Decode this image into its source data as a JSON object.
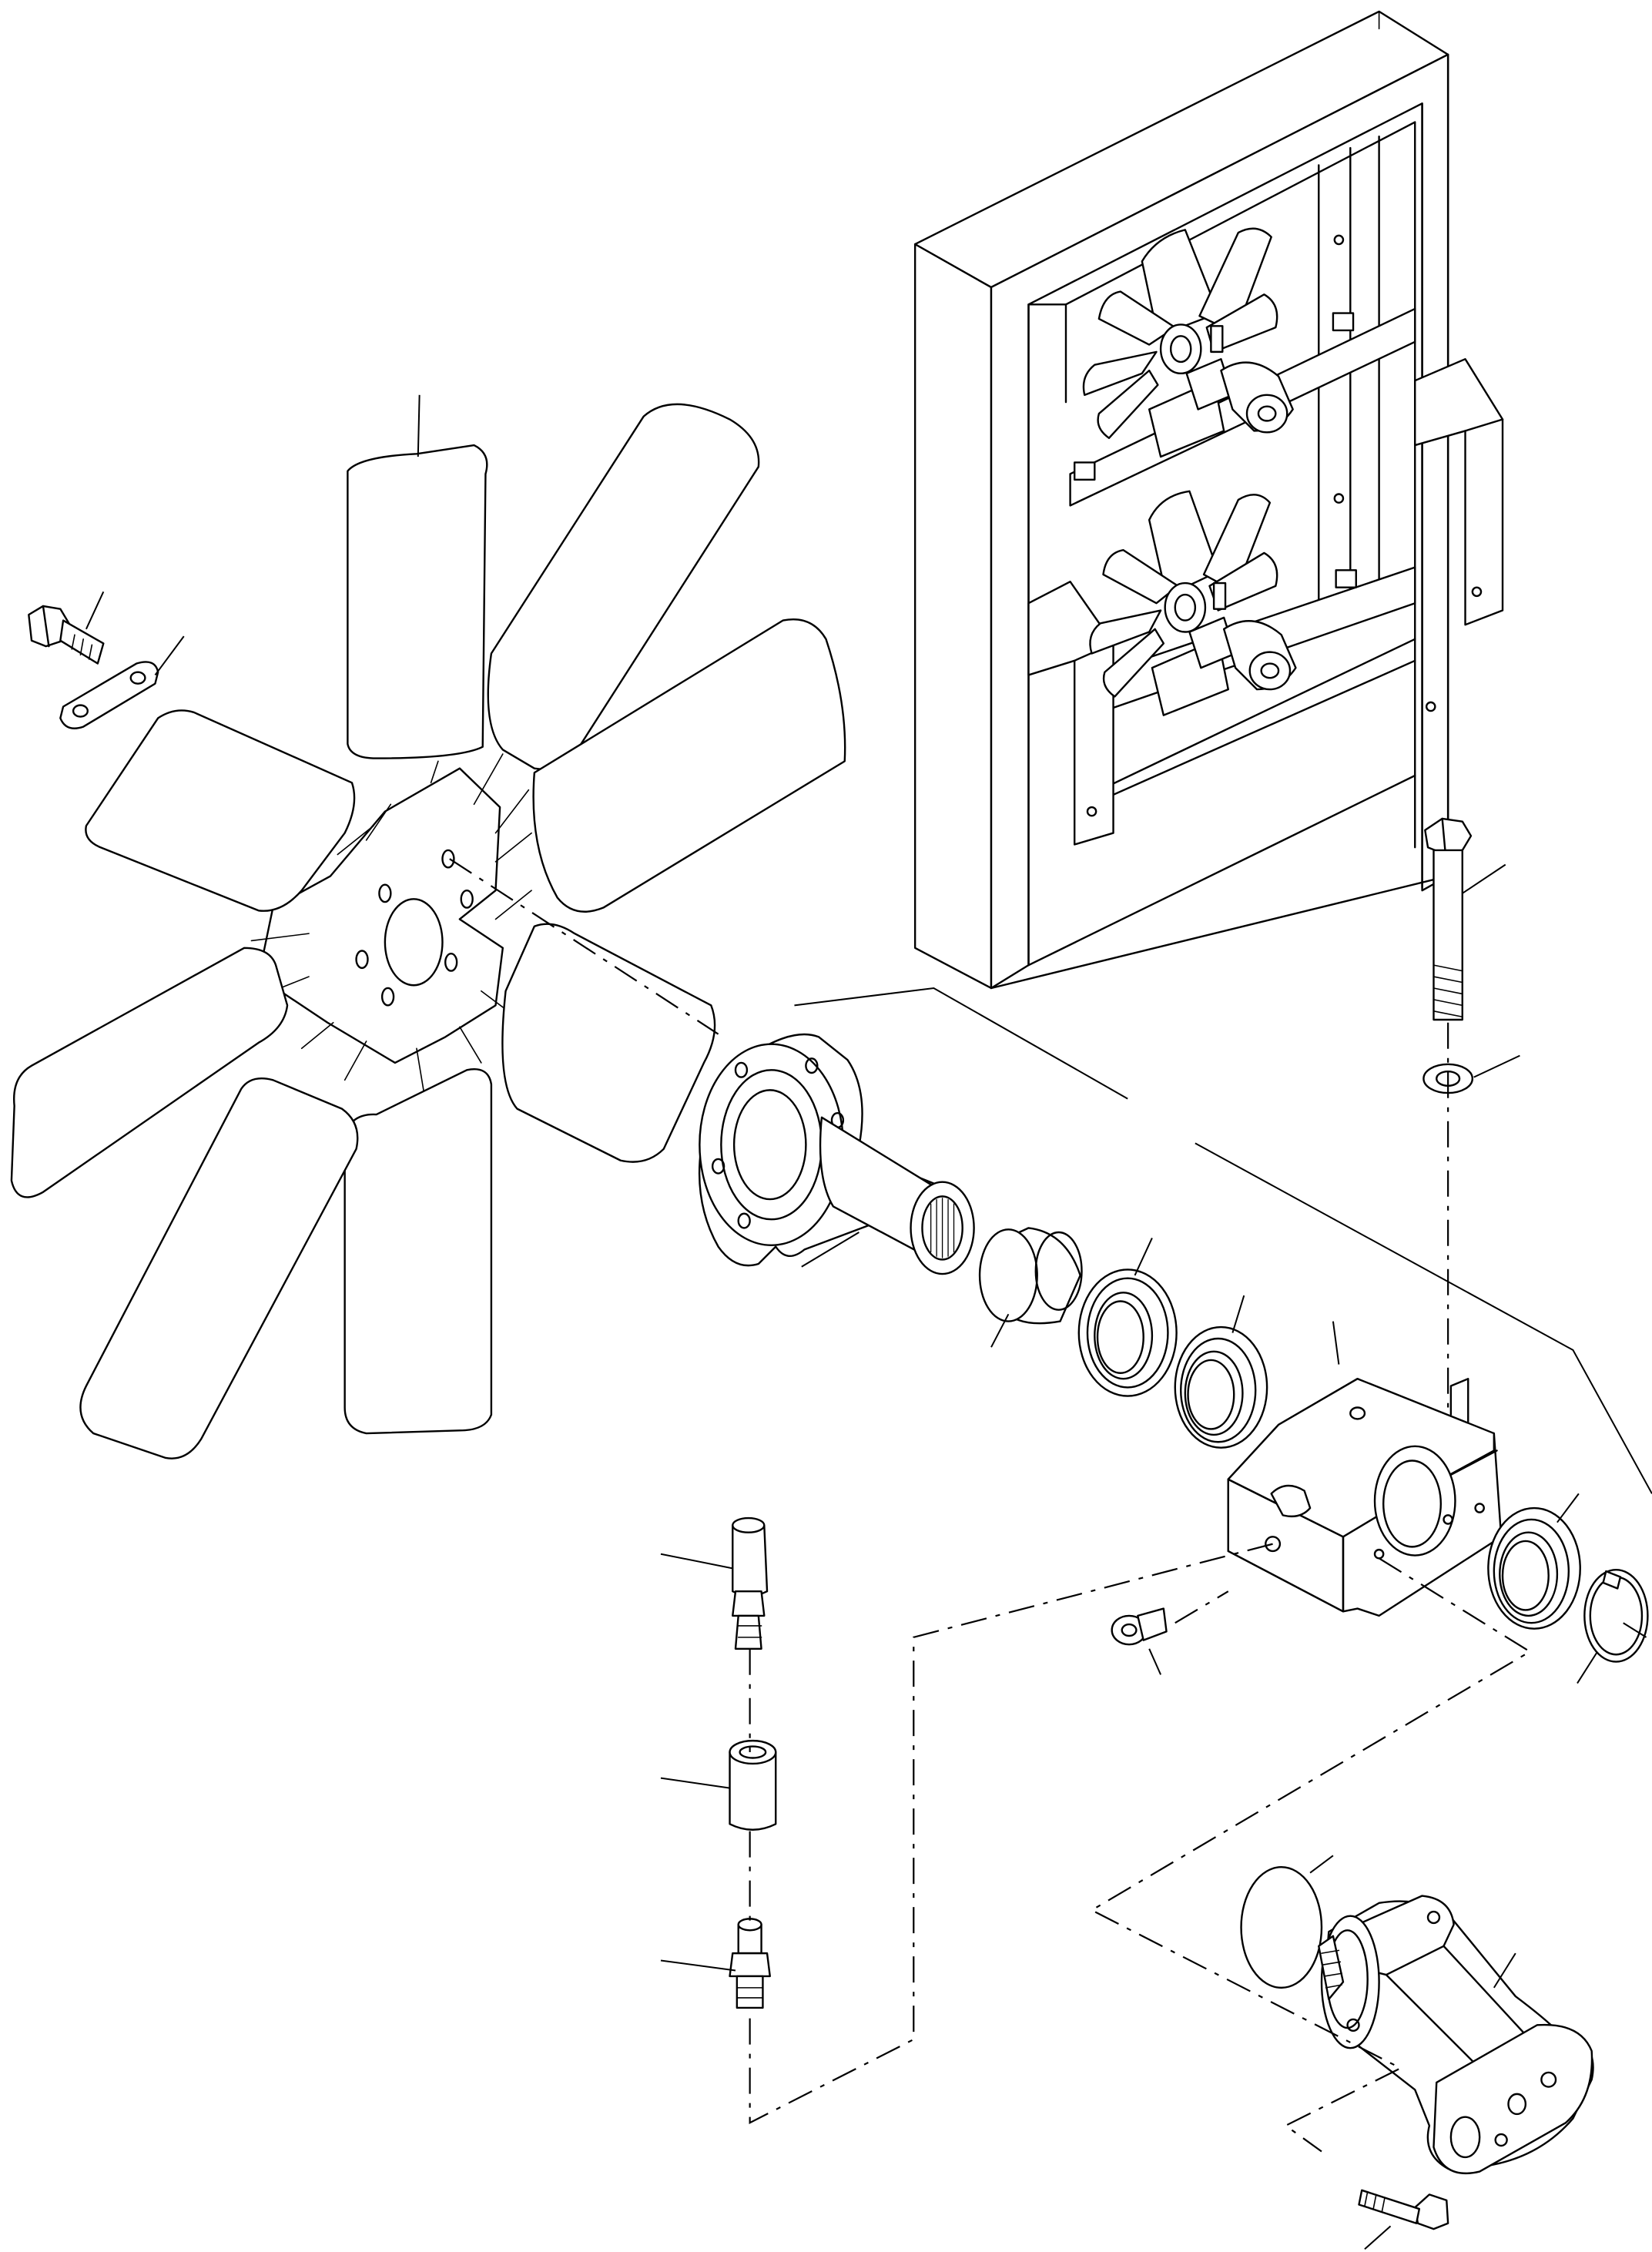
{
  "figure": {
    "kind": "exploded parts illustration",
    "line_color": "#000000",
    "background": "#ffffff"
  },
  "parts": [
    "fan-blade-assembly",
    "fan-hub-shaft",
    "bushing",
    "bearing-outer",
    "bearing-inner",
    "bearing-housing-block",
    "bearing-rear",
    "snap-ring",
    "hydraulic-motor",
    "o-ring",
    "hex-bolt-long",
    "flat-washer",
    "hex-bolt-small-left",
    "lock-plate",
    "grease-plug",
    "grease-fitting-top",
    "spacer-tube",
    "grease-fitting-bottom",
    "motor-bolt",
    "radiator-frame-assembly"
  ],
  "callouts": []
}
